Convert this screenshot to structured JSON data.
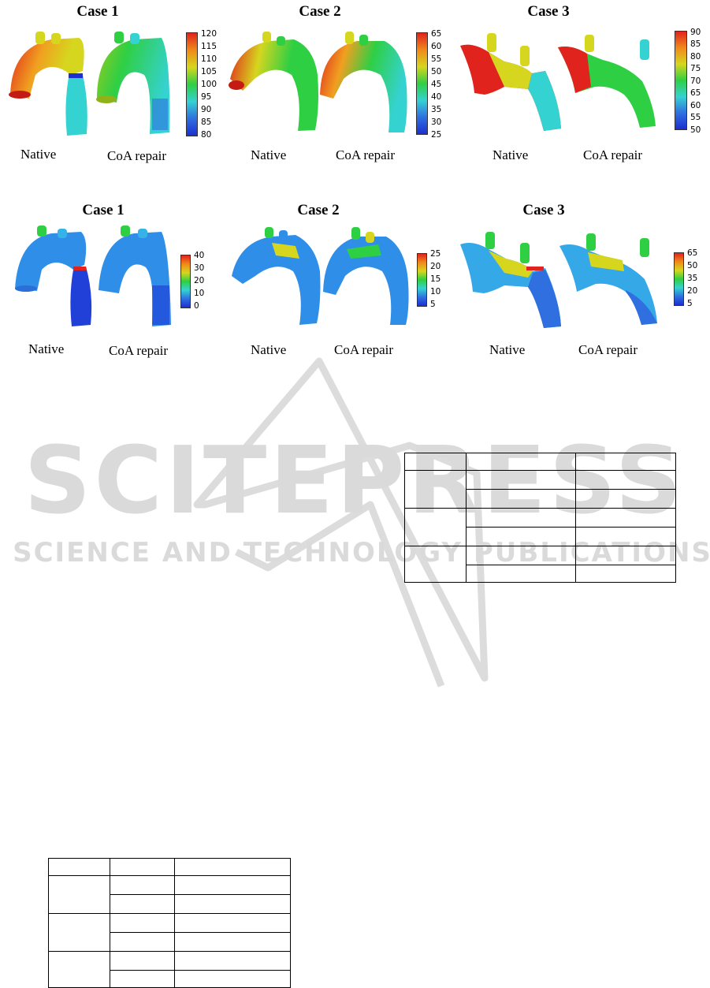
{
  "figures": {
    "row1": {
      "panels": [
        {
          "title": "Case 1",
          "native_label": "Native",
          "repair_label": "CoA repair",
          "colorbar": {
            "ticks": [
              "120",
              "115",
              "110",
              "105",
              "100",
              "95",
              "90",
              "85",
              "80"
            ]
          }
        },
        {
          "title": "Case 2",
          "native_label": "Native",
          "repair_label": "CoA repair",
          "colorbar": {
            "ticks": [
              "65",
              "60",
              "55",
              "50",
              "45",
              "40",
              "35",
              "30",
              "25"
            ]
          }
        },
        {
          "title": "Case 3",
          "native_label": "Native",
          "repair_label": "CoA repair",
          "colorbar": {
            "ticks": [
              "90",
              "85",
              "80",
              "75",
              "70",
              "65",
              "60",
              "55",
              "50"
            ]
          }
        }
      ]
    },
    "row2": {
      "panels": [
        {
          "title": "Case 1",
          "native_label": "Native",
          "repair_label": "CoA repair",
          "colorbar": {
            "ticks": [
              "40",
              "30",
              "20",
              "10",
              "0"
            ]
          }
        },
        {
          "title": "Case 2",
          "native_label": "Native",
          "repair_label": "CoA repair",
          "colorbar": {
            "ticks": [
              "25",
              "20",
              "15",
              "10",
              "5"
            ]
          }
        },
        {
          "title": "Case 3",
          "native_label": "Native",
          "repair_label": "CoA repair",
          "colorbar": {
            "ticks": [
              "65",
              "50",
              "35",
              "20",
              "5"
            ]
          }
        }
      ]
    }
  },
  "watermark": {
    "line1": "SCITEPRESS",
    "line2": "SCIENCE AND TECHNOLOGY PUBLICATIONS",
    "color": "#d9d9d9"
  },
  "colors": {
    "jet_red": "#e0231c",
    "jet_orange": "#f08a1a",
    "jet_yellow": "#d6d61e",
    "jet_green": "#2fcf44",
    "jet_cyan": "#35d2d2",
    "jet_blue": "#2f6fe0",
    "jet_darkblue": "#1c2fd0"
  }
}
